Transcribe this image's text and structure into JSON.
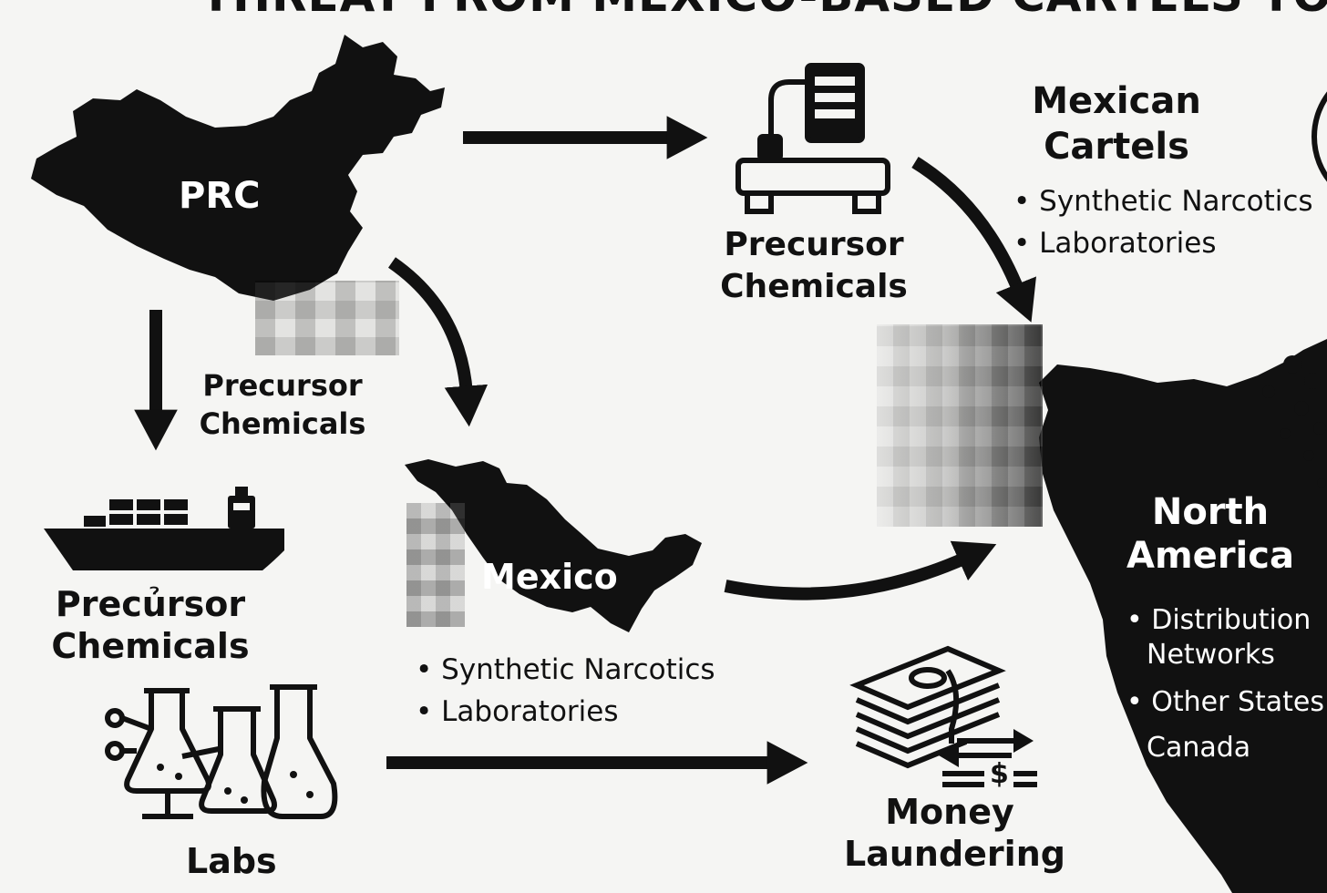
{
  "title": "THREAT FROM MEXICO-BASED CARTELS TO NORTH A",
  "prc": {
    "label": "PRC"
  },
  "precursor_top": {
    "line1": "Precursor",
    "line2": "Chemicals"
  },
  "precursor_mid": {
    "line1": "Precursor",
    "line2": "Chemicals"
  },
  "precursor_ship": {
    "line1": "Precủrsor",
    "line2": "Chemicals"
  },
  "mexican_cartels": {
    "line1": "Mexican",
    "line2": "Cartels",
    "bullets": [
      "Synthetic Narcotics",
      "Laboratories"
    ]
  },
  "mexico": {
    "label": "Mexico",
    "bullets": [
      "Synthetic Narcotics",
      "Laboratories"
    ]
  },
  "north_america": {
    "line1": "North",
    "line2": "America",
    "bullet1_line1": "Distribution",
    "bullet1_line2": "Networks",
    "bullet2": "Other States",
    "item3": "Canada"
  },
  "labs": {
    "label": "Labs"
  },
  "money": {
    "line1": "Money",
    "line2": "Laundering",
    "symbol": "$"
  },
  "colors": {
    "ink": "#111111",
    "background": "#f5f5f3"
  }
}
